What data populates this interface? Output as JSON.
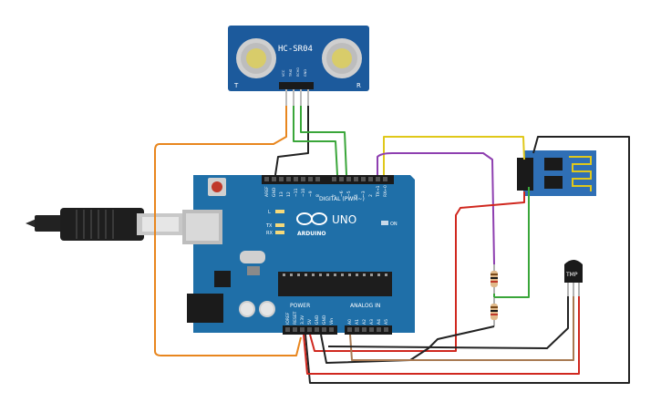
{
  "sensor": {
    "label": "HC-SR04",
    "left_mark": "T",
    "right_mark": "R",
    "pins": [
      "VCC",
      "TRIG",
      "ECHO",
      "GND"
    ]
  },
  "board": {
    "brand": "ARDUINO",
    "model": "UNO",
    "digital_label": "DIGITAL (PWM~)",
    "power_label": "POWER",
    "analog_label": "ANALOG IN",
    "on_label": "ON",
    "led_labels": [
      "L",
      "TX",
      "RX"
    ],
    "top_header": [
      "AREF",
      "GND",
      "13",
      "12",
      "~11",
      "~10",
      "~9",
      "8",
      "7",
      "~6",
      "~5",
      "4",
      "~3",
      "2",
      "TX→1",
      "RX←0"
    ],
    "power_header": [
      "IOREF",
      "RESET",
      "3.3V",
      "5V",
      "GND",
      "GND",
      "Vin"
    ],
    "analog_header": [
      "A0",
      "A1",
      "A2",
      "A3",
      "A4",
      "A5"
    ]
  },
  "temp_sensor": {
    "label": "TMP"
  },
  "colors": {
    "board": "#1f6fa8",
    "board_dark": "#14527d",
    "sensor_pcb": "#1c5a9c",
    "wifi_pcb": "#2f6fb5",
    "wire_orange": "#e8861e",
    "wire_black": "#222222",
    "wire_green": "#3aa63a",
    "wire_yellow": "#e0c81a",
    "wire_purple": "#8e3fb0",
    "wire_red": "#d0281f",
    "wire_brown": "#a87a52"
  }
}
